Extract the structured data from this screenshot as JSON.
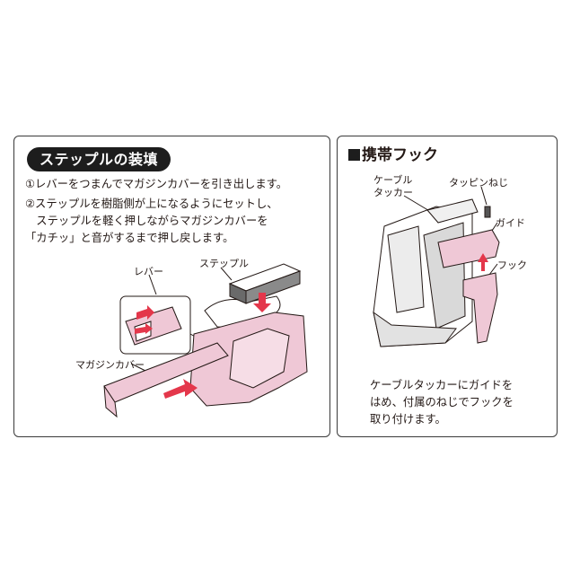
{
  "left_panel": {
    "title": "ステップルの装填",
    "steps": [
      "①レバーをつまんでマガジンカバーを引き出します。",
      "②ステップルを樹脂側が上になるようにセットし、",
      "　ステップルを軽く押しながらマガジンカバーを",
      "「カチッ」と音がするまで押し戻します。"
    ],
    "labels": {
      "lever": "レバー",
      "staple": "ステップル",
      "magazine_cover": "マガジンカバー"
    }
  },
  "right_panel": {
    "title": "携帯フック",
    "labels": {
      "cable_tacker_1": "ケーブル",
      "cable_tacker_2": "タッカー",
      "tapping_screw": "タッピンねじ",
      "guide": "ガイド",
      "hook": "フック"
    },
    "caption": [
      "ケーブルタッカーにガイドを",
      "はめ、付属のねじでフックを",
      "取り付けます。"
    ]
  },
  "colors": {
    "pink": "#efc8d6",
    "arrow_red": "#e4374b",
    "outline": "#231815",
    "panel_border": "#3a3a3a"
  }
}
